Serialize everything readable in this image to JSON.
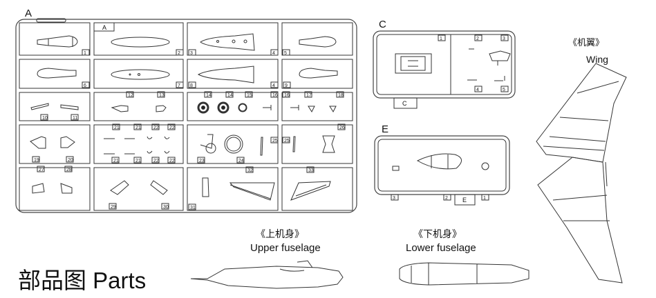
{
  "title": "部品图 Parts",
  "sprue_a": {
    "letter": "A",
    "tab_letter": "A",
    "part_numbers": [
      "1",
      "2",
      "3",
      "4",
      "5",
      "6",
      "7",
      "8",
      "4",
      "9",
      "10",
      "11",
      "12",
      "13",
      "14",
      "14",
      "15",
      "16",
      "16",
      "17",
      "18",
      "21",
      "21",
      "22",
      "22",
      "19",
      "20",
      "21",
      "21",
      "22",
      "22",
      "23",
      "24",
      "25",
      "25",
      "26",
      "27",
      "28",
      "29",
      "30",
      "31",
      "32",
      "33"
    ]
  },
  "sprue_c": {
    "letter": "C",
    "tab_letter": "C",
    "part_numbers": [
      "1",
      "2",
      "3",
      "4",
      "5"
    ]
  },
  "sprue_e": {
    "letter": "E",
    "tab_letter": "E",
    "part_numbers": [
      "3",
      "2",
      "1"
    ]
  },
  "wing": {
    "cn": "《机翼》",
    "en": "Wing"
  },
  "upper_fuselage": {
    "cn": "《上机身》",
    "en": "Upper fuselage"
  },
  "lower_fuselage": {
    "cn": "《下机身》",
    "en": "Lower fuselage"
  }
}
